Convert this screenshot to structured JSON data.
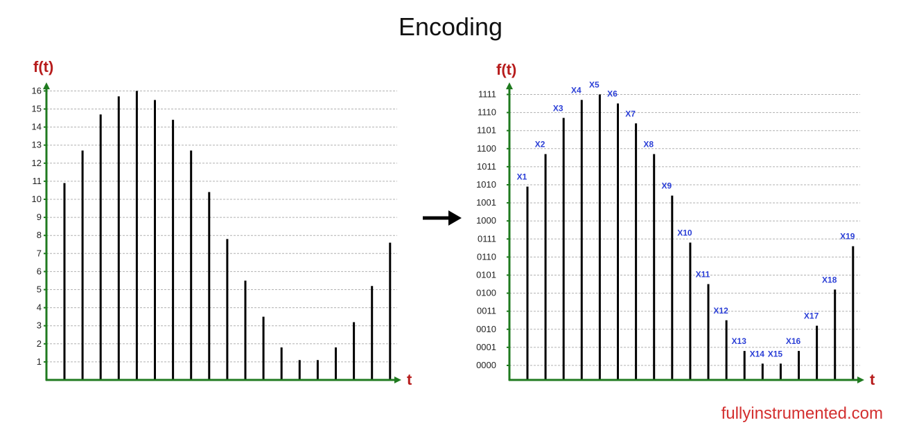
{
  "title": "Encoding",
  "watermark": "fullyinstrumented.com",
  "colors": {
    "axis": "#1f7a1f",
    "bar": "#000000",
    "axis_label": "#b71c1c",
    "sample_label": "#2b3fd6",
    "grid": "#b0b0b0"
  },
  "chart_data": [
    {
      "type": "bar",
      "xlabel": "t",
      "ylabel": "f(t)",
      "ylim": [
        0,
        16
      ],
      "yticks": [
        "1",
        "2",
        "3",
        "4",
        "5",
        "6",
        "7",
        "8",
        "9",
        "10",
        "11",
        "12",
        "13",
        "14",
        "15",
        "16"
      ],
      "grid": true,
      "values": [
        10.9,
        12.7,
        14.7,
        15.7,
        16.0,
        15.5,
        14.4,
        12.7,
        10.4,
        7.8,
        5.5,
        3.5,
        1.8,
        1.1,
        1.1,
        1.8,
        3.2,
        5.2,
        7.6
      ]
    },
    {
      "type": "bar",
      "xlabel": "t",
      "ylabel": "f(t)",
      "ylim": [
        0,
        15
      ],
      "yticks": [
        "0000",
        "0001",
        "0010",
        "0011",
        "0100",
        "0101",
        "0110",
        "0111",
        "1000",
        "1001",
        "1010",
        "1011",
        "1100",
        "1101",
        "1110",
        "1111"
      ],
      "grid": true,
      "categories": [
        "X1",
        "X2",
        "X3",
        "X4",
        "X5",
        "X6",
        "X7",
        "X8",
        "X9",
        "X10",
        "X11",
        "X12",
        "X13",
        "X14",
        "X15",
        "X16",
        "X17",
        "X18",
        "X19"
      ],
      "values": [
        9.9,
        11.7,
        13.7,
        14.7,
        15.0,
        14.5,
        13.4,
        11.7,
        9.4,
        6.8,
        4.5,
        2.5,
        0.8,
        0.1,
        0.1,
        0.8,
        2.2,
        4.2,
        6.6
      ]
    }
  ]
}
